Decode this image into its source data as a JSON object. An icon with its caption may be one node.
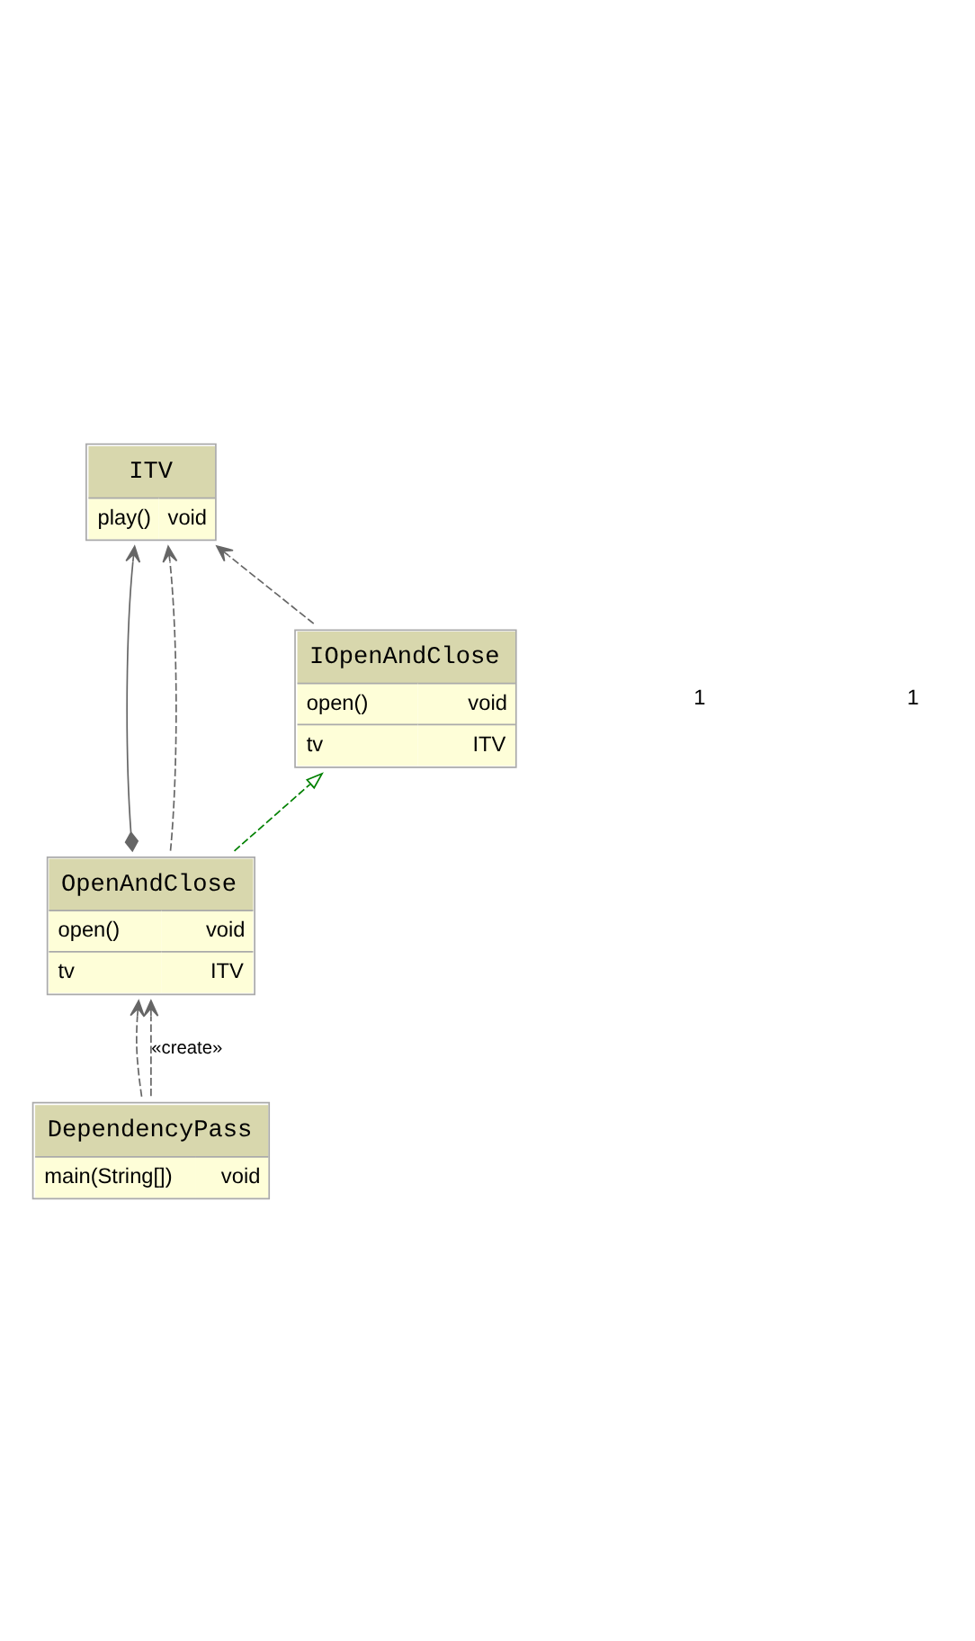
{
  "diagram": {
    "nodes": [
      {
        "text": [
          "ITV",
          "play()",
          "void"
        ]
      },
      {
        "text": [
          "IOpenAndClose",
          "open()",
          "void",
          "tv",
          "ITV"
        ]
      },
      {
        "text": [
          "OpenAndClose",
          "open()",
          "void",
          "tv",
          "ITV"
        ]
      },
      {
        "text": [
          "DependencyPass",
          "main(String[])",
          "void"
        ]
      }
    ],
    "edges": [
      {
        "from": 1,
        "to": 0,
        "arrow": "to",
        "style": "dashed"
      },
      {
        "from": 2,
        "to": 0,
        "arrow": "to"
      },
      {
        "from": 2,
        "to": 0,
        "arrow": "to",
        "style": "dashed"
      },
      {
        "from": 2,
        "to": 1,
        "arrow": "to",
        "style": "dashed",
        "color": "#008000"
      },
      {
        "from": 3,
        "to": 2,
        "arrow": "to",
        "style": "dashed"
      },
      {
        "from": 3,
        "to": 2,
        "arrow": "to",
        "style": "dashed",
        "label": "«create»"
      }
    ],
    "labels": [
      "1",
      "1"
    ]
  }
}
